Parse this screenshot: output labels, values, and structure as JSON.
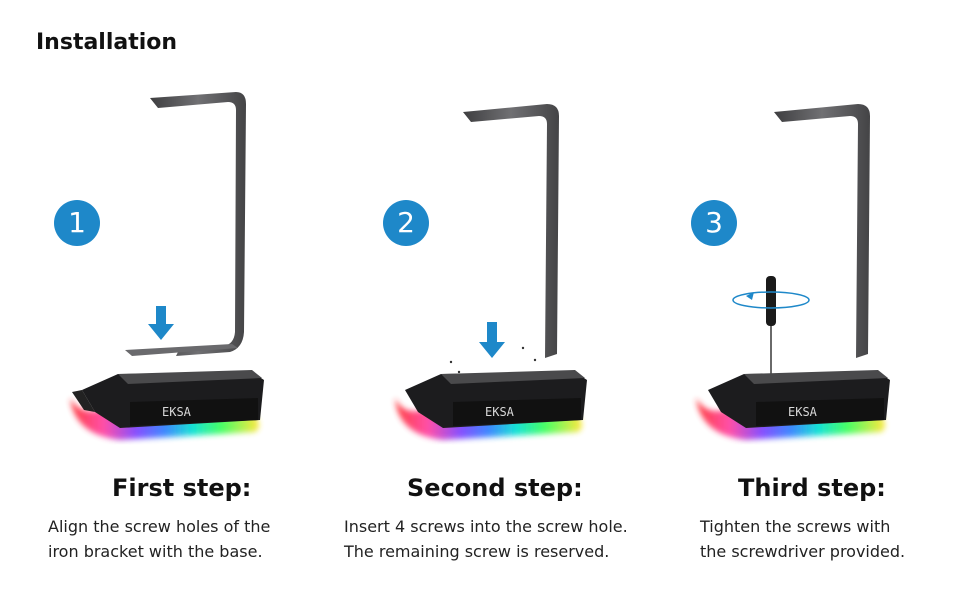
{
  "page": {
    "title": "Installation"
  },
  "steps": [
    {
      "number": "1",
      "title": "First step:",
      "desc_lines": [
        "Align the screw holes of the",
        "iron bracket with the base."
      ],
      "logo": "EKSA"
    },
    {
      "number": "2",
      "title": "Second step:",
      "desc_lines": [
        "Insert 4 screws into the screw hole.",
        "The remaining screw is reserved."
      ],
      "logo": "EKSA"
    },
    {
      "number": "3",
      "title": "Third step:",
      "desc_lines": [
        "Tighten the screws with",
        "the screwdriver provided."
      ],
      "logo": "EKSA"
    }
  ],
  "colors": {
    "badge": "#1e88c9",
    "arrow": "#1e88c9",
    "stand": "#5a5a5c",
    "base": "#1c1c1e"
  },
  "icons": [
    "down-arrow-icon",
    "screwdriver-icon",
    "rotate-arrow-icon"
  ]
}
